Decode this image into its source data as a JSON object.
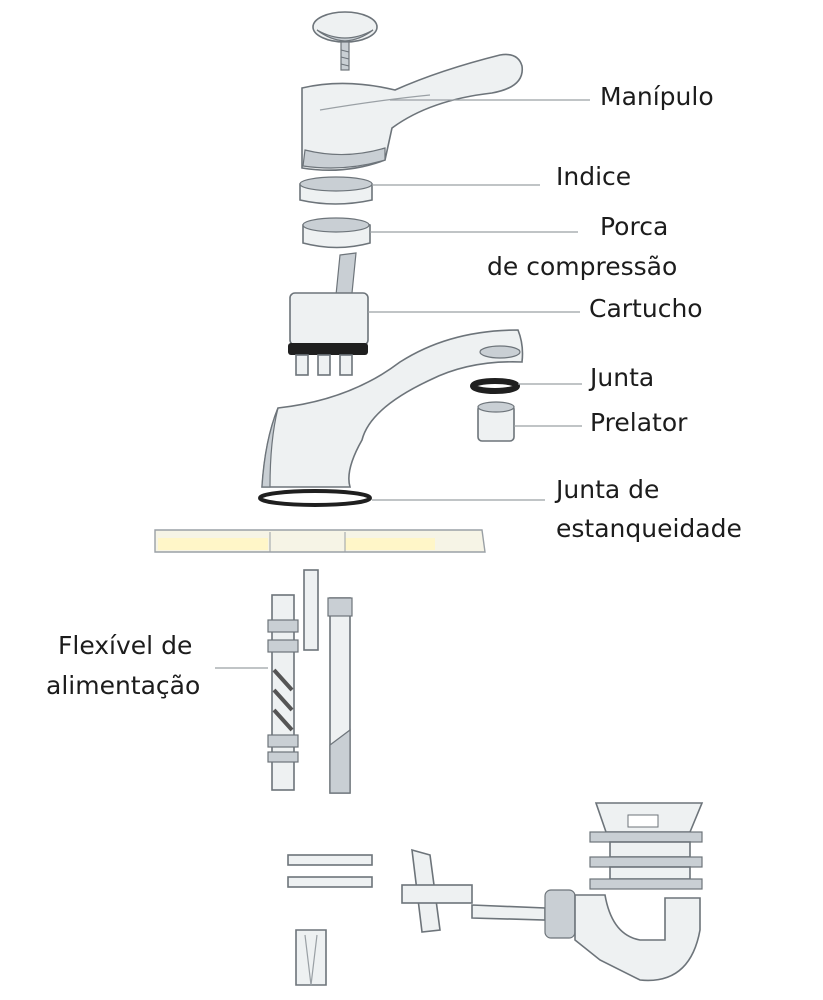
{
  "colors": {
    "line": "#6d747a",
    "fill": "#eef1f2",
    "shade": "#c9cfd4",
    "gasket": "#1f1f1f",
    "counter_highlight": "#fff6c8",
    "text": "#1c1c1c"
  },
  "labels": {
    "manipulo": "Manípulo",
    "indice": "Indice",
    "porca_line1": "Porca",
    "porca_line2": "de compressão",
    "cartucho": "Cartucho",
    "junta": "Junta",
    "prelator": "Prelator",
    "junta_estanq_line1": "Junta de",
    "junta_estanq_line2": "estanqueidade",
    "flexivel_line1": "Flexível de",
    "flexivel_line2": "alimentação"
  }
}
